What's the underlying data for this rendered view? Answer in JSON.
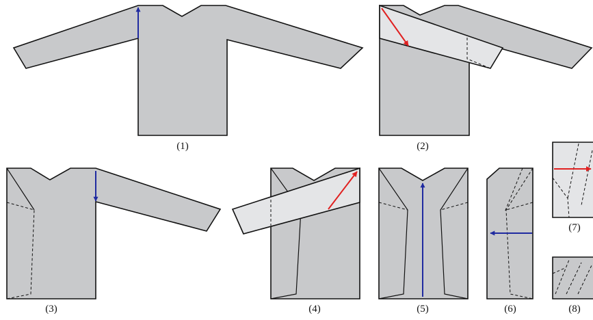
{
  "diagram": {
    "steps": [
      {
        "label": "(1)"
      },
      {
        "label": "(2)"
      },
      {
        "label": "(3)"
      },
      {
        "label": "(4)"
      },
      {
        "label": "(5)"
      },
      {
        "label": "(6)"
      },
      {
        "label": "(7)"
      },
      {
        "label": "(8)"
      }
    ],
    "colors": {
      "cloth": "#c8c9cb",
      "folded_flap": "#e4e5e7",
      "outline": "#111111",
      "arrow_blue": "#1f2aa0",
      "arrow_red": "#e02020"
    }
  }
}
